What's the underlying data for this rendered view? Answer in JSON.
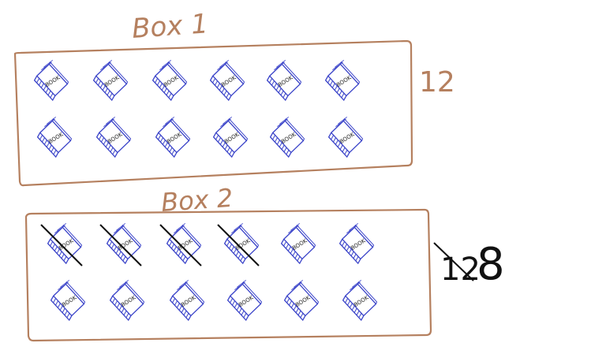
{
  "colors": {
    "box": "#b5805f",
    "book": "#3b44c9",
    "ink": "#111111",
    "background": "#ffffff"
  },
  "boxes": [
    {
      "id": "box-1",
      "label": "Box 1",
      "count_label": "12",
      "book_label": "BOOK",
      "rows": 2,
      "books_per_row": 6,
      "crossed_out_books": 0
    },
    {
      "id": "box-2",
      "label": "Box 2",
      "count_label": "12",
      "count_crossed": true,
      "new_count_label": "8",
      "book_label": "BOOK",
      "rows": 2,
      "books_per_row": 6,
      "crossed_out_books": 4
    }
  ]
}
